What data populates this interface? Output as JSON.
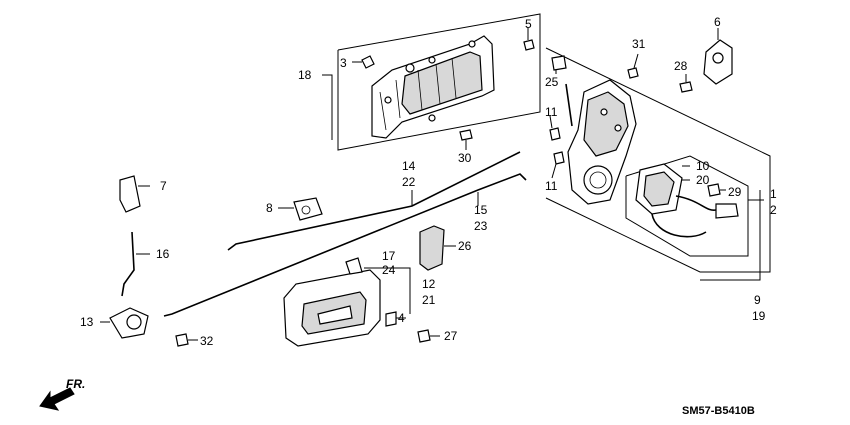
{
  "diagram_code": "SM57-B5410B",
  "direction_label": "FR.",
  "callouts": {
    "c1": "1",
    "c2": "2",
    "c3": "3",
    "c4": "4",
    "c5": "5",
    "c6": "6",
    "c7": "7",
    "c8": "8",
    "c9": "9",
    "c10": "10",
    "c11a": "11",
    "c11b": "11",
    "c12": "12",
    "c13": "13",
    "c14": "14",
    "c15": "15",
    "c16": "16",
    "c17": "17",
    "c18": "18",
    "c19": "19",
    "c20": "20",
    "c21": "21",
    "c22": "22",
    "c23": "23",
    "c24": "24",
    "c25": "25",
    "c26": "26",
    "c27": "27",
    "c28": "28",
    "c29": "29",
    "c30": "30",
    "c31": "31",
    "c32": "32"
  }
}
